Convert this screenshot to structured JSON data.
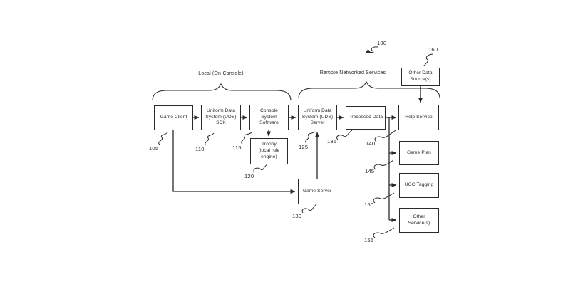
{
  "figure": {
    "ref": "100",
    "groups": {
      "local": {
        "label": "Local (On-Console)"
      },
      "remote": {
        "label": "Remote Networked Services"
      }
    },
    "nodes": {
      "game_client": {
        "label": [
          "Game Client"
        ],
        "ref": "105"
      },
      "uds_sdk": {
        "label": [
          "Uniform Data",
          "System (UDS)",
          "SDK"
        ],
        "ref": "110"
      },
      "console_software": {
        "label": [
          "Console",
          "System",
          "Software"
        ],
        "ref": "115"
      },
      "trophy": {
        "label": [
          "Trophy",
          "(local rule",
          "engine)"
        ],
        "ref": "120"
      },
      "uds_server": {
        "label": [
          "Uniform Data",
          "System (UDS)",
          "Server"
        ],
        "ref": "125"
      },
      "game_server": {
        "label": [
          "Game Server"
        ],
        "ref": "130"
      },
      "processed_data": {
        "label": [
          "Processed Data"
        ],
        "ref": "135"
      },
      "help_service": {
        "label": [
          "Help Service"
        ],
        "ref": "140"
      },
      "game_plan": {
        "label": [
          "Game Plan"
        ],
        "ref": "145"
      },
      "ugc_tagging": {
        "label": [
          "UGC Tagging"
        ],
        "ref": "150"
      },
      "other_services": {
        "label": [
          "Other",
          "Service(s)"
        ],
        "ref": "155"
      },
      "other_data_sources": {
        "label": [
          "Other Data",
          "Source(s)"
        ],
        "ref": "160"
      }
    },
    "colors": {
      "line": "#2a2a2a",
      "background": "#ffffff"
    }
  }
}
